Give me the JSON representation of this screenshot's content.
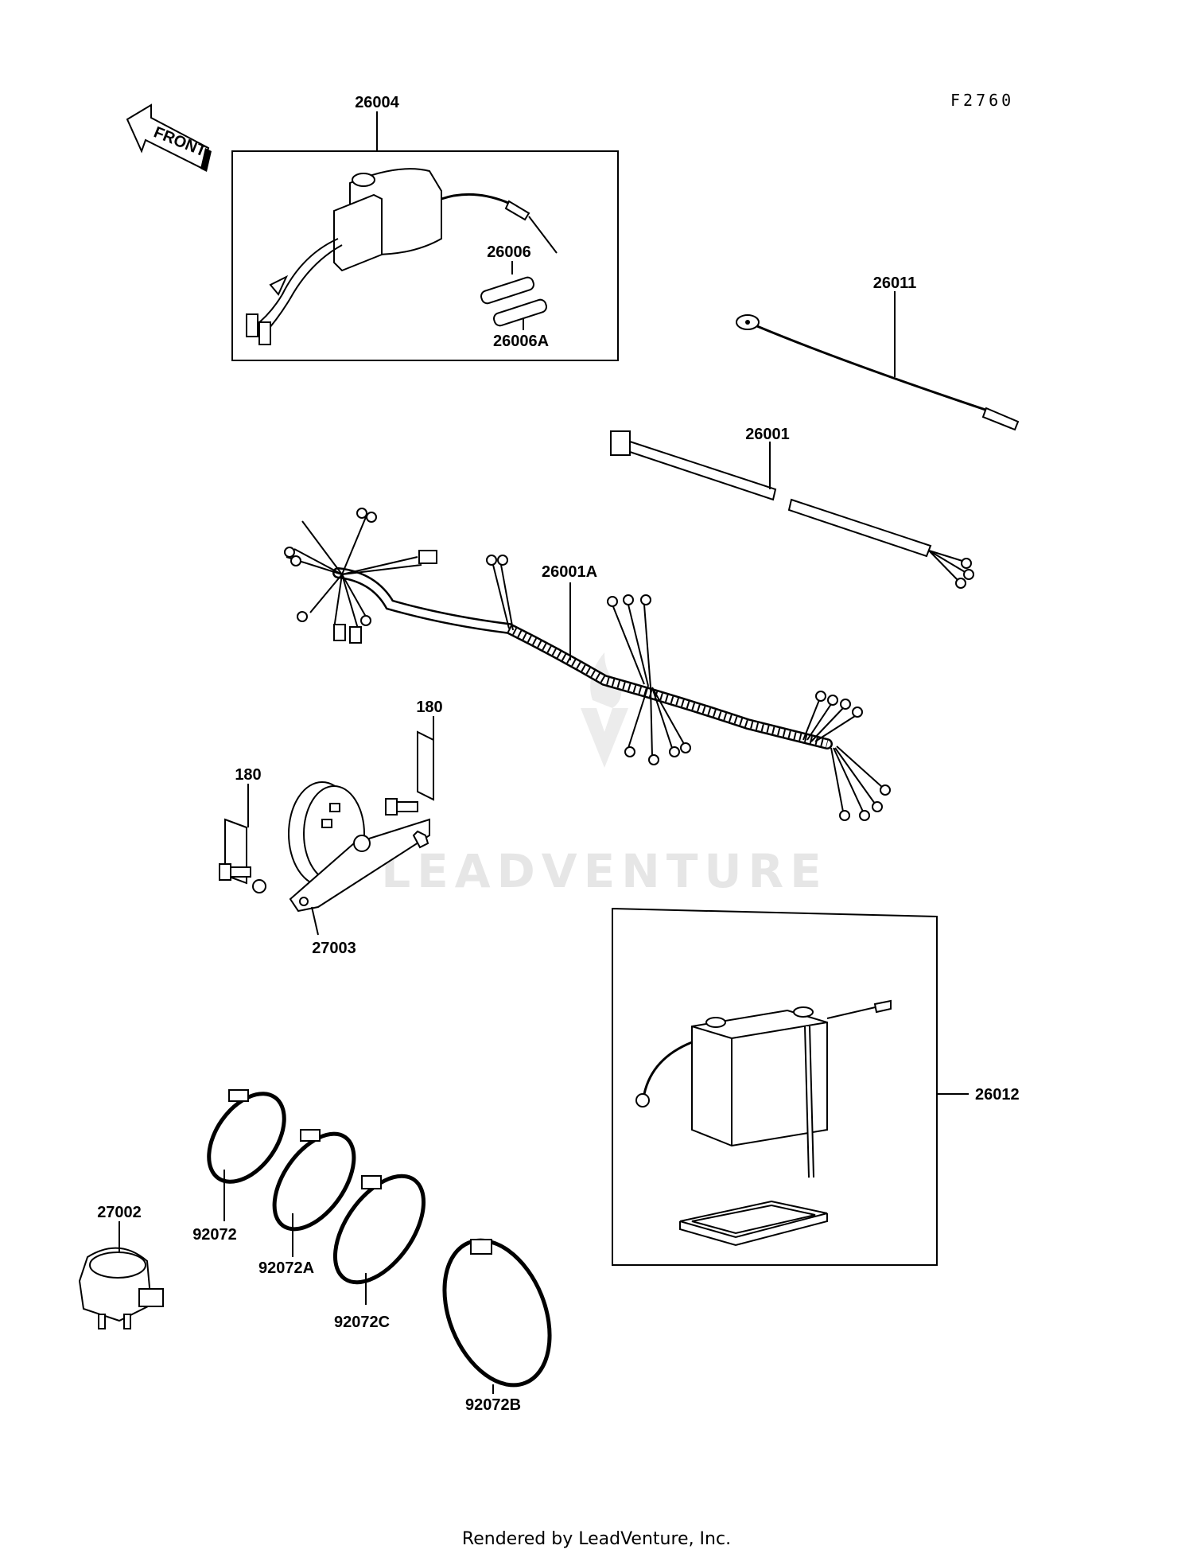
{
  "diagram_code": "F2760",
  "front_label": "FRONT",
  "watermark": "LEADVENTURE",
  "footer": "Rendered by LeadVenture, Inc.",
  "callouts": {
    "p26004": "26004",
    "p26006": "26006",
    "p26006A": "26006A",
    "p26011": "26011",
    "p26001": "26001",
    "p26001A": "26001A",
    "p180a": "180",
    "p180b": "180",
    "p27003": "27003",
    "p26012": "26012",
    "p27002": "27002",
    "p92072": "92072",
    "p92072A": "92072A",
    "p92072C": "92072C",
    "p92072B": "92072B"
  }
}
